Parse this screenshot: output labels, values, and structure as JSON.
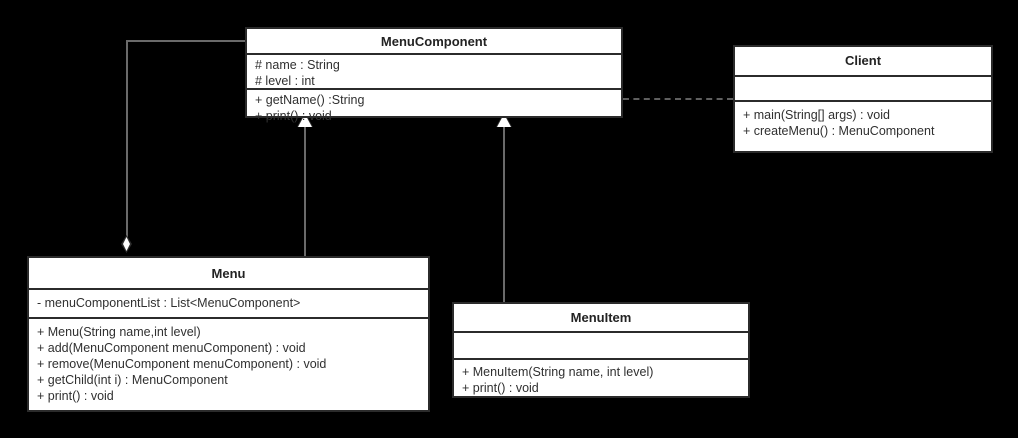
{
  "diagram": {
    "type": "uml-class-diagram",
    "background_color": "#000000",
    "box_fill_color": "#ffffff",
    "border_color": "#2b2b2b",
    "line_color": "#6a6a6a"
  },
  "classes": {
    "menu_component": {
      "name": "MenuComponent",
      "attributes": [
        "# name : String",
        "# level : int"
      ],
      "methods": [
        "+ getName() :String",
        "+ print() : void"
      ]
    },
    "client": {
      "name": "Client",
      "attributes": [],
      "methods": [
        "+ main(String[] args) : void",
        "+ createMenu() : MenuComponent"
      ]
    },
    "menu": {
      "name": "Menu",
      "attributes": [
        "- menuComponentList : List<MenuComponent>"
      ],
      "methods": [
        "+ Menu(String name,int level)",
        "+ add(MenuComponent menuComponent) : void",
        "+ remove(MenuComponent menuComponent) : void",
        "+ getChild(int i) : MenuComponent",
        "+ print() : void"
      ]
    },
    "menu_item": {
      "name": "MenuItem",
      "attributes": [],
      "methods": [
        "+ MenuItem(String name, int level)",
        "+ print() : void"
      ]
    }
  },
  "relationships": [
    {
      "kind": "aggregation",
      "from": "Menu",
      "to": "MenuComponent",
      "marker": "hollow-diamond"
    },
    {
      "kind": "generalization",
      "from": "Menu",
      "to": "MenuComponent",
      "marker": "hollow-triangle"
    },
    {
      "kind": "generalization",
      "from": "MenuItem",
      "to": "MenuComponent",
      "marker": "hollow-triangle"
    },
    {
      "kind": "dependency",
      "from": "Client",
      "to": "MenuComponent",
      "marker": "dashed-line"
    }
  ]
}
